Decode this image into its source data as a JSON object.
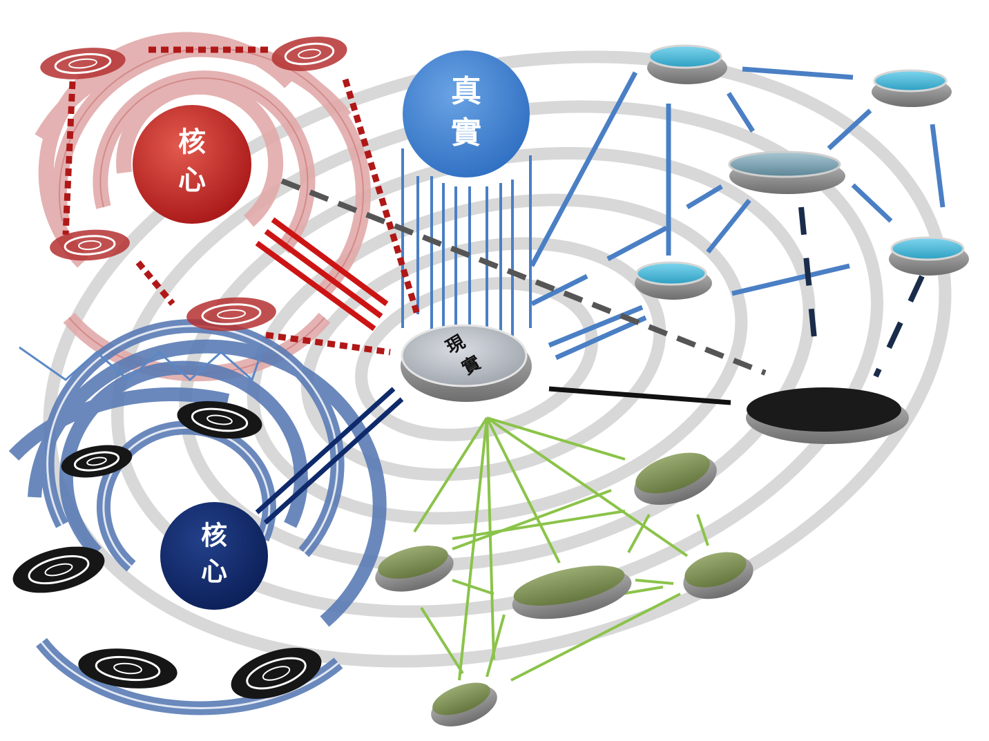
{
  "nodes": {
    "red_core": {
      "line1": "核",
      "line2": "心"
    },
    "blue_core": {
      "line1": "核",
      "line2": "心"
    },
    "truth": {
      "line1": "真",
      "line2": "實"
    },
    "reality": {
      "line1": "現",
      "line2": "實"
    }
  },
  "colors": {
    "red": "#b81f1f",
    "red_dotted": "#b01818",
    "navy": "#0f2a6b",
    "truth_blue": "#3f7fd0",
    "link_blue": "#4a7fc4",
    "dark_navy": "#1a2c4a",
    "green": "#8bc34a",
    "gray_dashed": "#555555",
    "black": "#111111",
    "spiral_gray": "#cfcfcf",
    "red_spiral": "#d99a9a",
    "blue_spiral": "#4a6ea8",
    "cyan_disk": "#46b8d6",
    "olive_disk": "#7f9457"
  },
  "icons": [
    "red-vortex-icon",
    "black-vortex-icon",
    "cyan-disk-icon",
    "olive-disk-icon",
    "black-disk-icon"
  ]
}
